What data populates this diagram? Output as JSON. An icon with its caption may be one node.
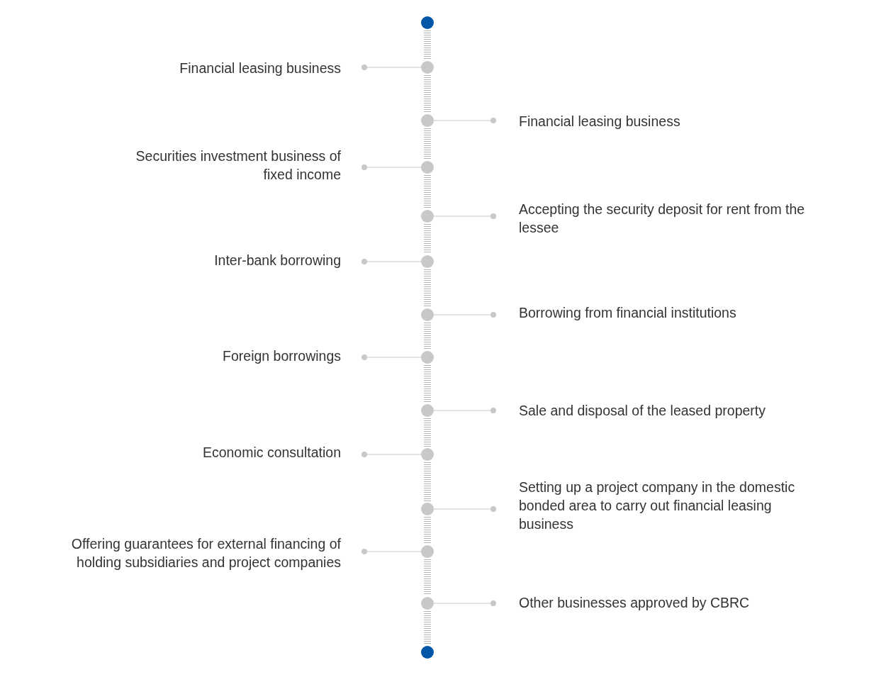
{
  "diagram": {
    "nodes": [
      {
        "text": [],
        "shape": "circle"
      },
      {
        "text": [],
        "shape": "circle"
      },
      {
        "text": [
          "Financial leasing business"
        ]
      },
      {
        "text": [],
        "shape": "circle"
      },
      {
        "text": [
          "Financial leasing business"
        ]
      },
      {
        "text": [],
        "shape": "circle"
      },
      {
        "text": [
          "Securities investment business of fixed income"
        ]
      },
      {
        "text": [],
        "shape": "circle"
      },
      {
        "text": [
          "Accepting the security deposit for rent from the lessee"
        ]
      },
      {
        "text": [],
        "shape": "circle"
      },
      {
        "text": [
          "Inter-bank borrowing"
        ]
      },
      {
        "text": [],
        "shape": "circle"
      },
      {
        "text": [
          "Borrowing from financial institutions"
        ]
      },
      {
        "text": [],
        "shape": "circle"
      },
      {
        "text": [
          "Foreign borrowings"
        ]
      },
      {
        "text": [],
        "shape": "circle"
      },
      {
        "text": [
          "Sale and disposal of the leased property"
        ]
      },
      {
        "text": [],
        "shape": "circle"
      },
      {
        "text": [
          "Economic consultation"
        ]
      },
      {
        "text": [],
        "shape": "circle"
      },
      {
        "text": [
          "Setting up a project company in the domestic bonded area to carry out financial leasing business"
        ]
      },
      {
        "text": [],
        "shape": "circle"
      },
      {
        "text": [
          "Offering guarantees for external financing of holding subsidiaries and project companies"
        ]
      },
      {
        "text": [],
        "shape": "circle"
      },
      {
        "text": [
          "Other businesses approved by CBRC"
        ]
      },
      {
        "text": [],
        "shape": "circle"
      }
    ],
    "edges": [
      {
        "from": 0,
        "to": 1,
        "arrow": "none",
        "style": "dashed"
      },
      {
        "from": 1,
        "to": 3,
        "arrow": "none",
        "style": "dashed"
      },
      {
        "from": 3,
        "to": 5,
        "arrow": "none",
        "style": "dashed"
      },
      {
        "from": 5,
        "to": 7,
        "arrow": "none",
        "style": "dashed"
      },
      {
        "from": 7,
        "to": 9,
        "arrow": "none",
        "style": "dashed"
      },
      {
        "from": 9,
        "to": 11,
        "arrow": "none",
        "style": "dashed"
      },
      {
        "from": 11,
        "to": 13,
        "arrow": "none",
        "style": "dashed"
      },
      {
        "from": 13,
        "to": 15,
        "arrow": "none",
        "style": "dashed"
      },
      {
        "from": 15,
        "to": 17,
        "arrow": "none",
        "style": "dashed"
      },
      {
        "from": 17,
        "to": 19,
        "arrow": "none",
        "style": "dashed"
      },
      {
        "from": 19,
        "to": 21,
        "arrow": "none",
        "style": "dashed"
      },
      {
        "from": 21,
        "to": 23,
        "arrow": "none",
        "style": "dashed"
      },
      {
        "from": 23,
        "to": 25,
        "arrow": "none",
        "style": "dashed"
      },
      {
        "from": 1,
        "to": 2,
        "arrow": "other"
      },
      {
        "from": 3,
        "to": 4,
        "arrow": "other"
      },
      {
        "from": 5,
        "to": 6,
        "arrow": "other"
      },
      {
        "from": 7,
        "to": 8,
        "arrow": "other"
      },
      {
        "from": 9,
        "to": 10,
        "arrow": "other"
      },
      {
        "from": 11,
        "to": 12,
        "arrow": "other"
      },
      {
        "from": 13,
        "to": 14,
        "arrow": "other"
      },
      {
        "from": 15,
        "to": 16,
        "arrow": "other"
      },
      {
        "from": 17,
        "to": 18,
        "arrow": "other"
      },
      {
        "from": 19,
        "to": 20,
        "arrow": "other"
      },
      {
        "from": 21,
        "to": 22,
        "arrow": "other"
      },
      {
        "from": 23,
        "to": 24,
        "arrow": "other"
      }
    ]
  }
}
